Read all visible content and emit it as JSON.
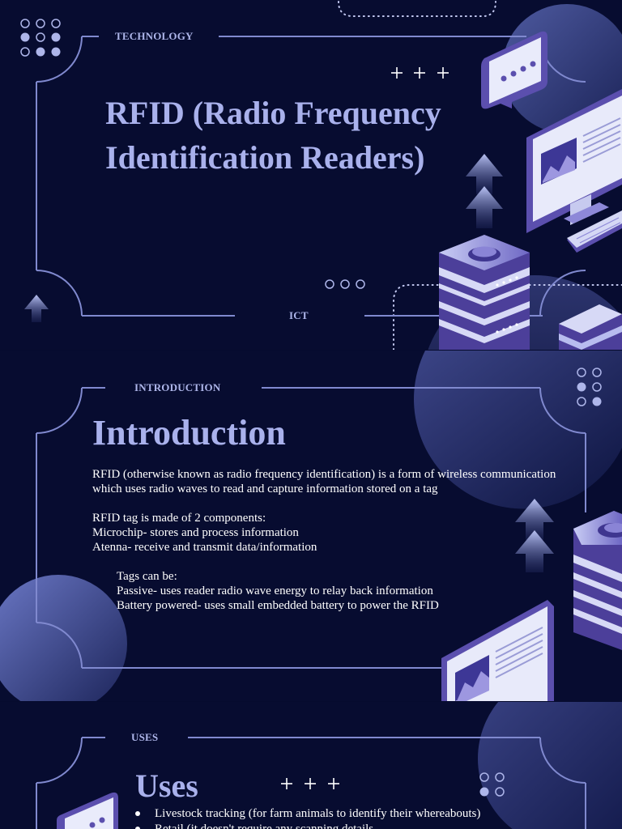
{
  "slide1": {
    "top_label": "TECHNOLOGY",
    "title": "RFID (Radio Frequency Identification Readers)",
    "bottom_label": "ICT"
  },
  "slide2": {
    "top_label": "INTRODUCTION",
    "title": "Introduction",
    "para1": "RFID (otherwise known as radio frequency identification) is a form of wireless communication which uses radio waves to read and capture information stored on a tag",
    "para2_lines": [
      "RFID tag is made of 2 components:",
      "Microchip- stores and process information",
      "Atenna- receive and transmit data/information"
    ],
    "para3_lines": [
      "Tags can be:",
      "Passive- uses reader radio wave energy to relay back information",
      "Battery powered- uses small embedded battery to power the RFID"
    ]
  },
  "slide3": {
    "top_label": "USES",
    "title": "Uses",
    "items": [
      "Livestock tracking (for farm animals to identify their whereabouts)",
      "Retail (it doesn't require any scanning details"
    ]
  },
  "icons": [
    "dot-grid-icon",
    "plus-icon",
    "chat-bubble-icon",
    "monitor-icon",
    "keyboard-icon",
    "server-icon",
    "up-arrow-icon",
    "ellipsis-icon"
  ],
  "colors": {
    "background": "#070c30",
    "accent": "#a9b1ec",
    "frame_line": "#7f89cf",
    "server_purple": "#5e57b0"
  }
}
